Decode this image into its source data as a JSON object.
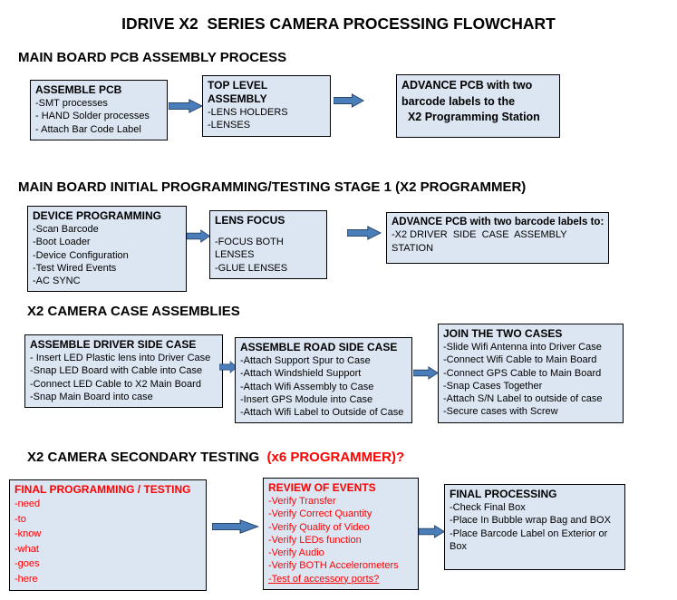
{
  "title": "IDRIVE X2  SERIES CAMERA PROCESSING FLOWCHART",
  "colors": {
    "box_fill": "#dce6f2",
    "box_border": "#000000",
    "arrow_fill": "#4a7ebb",
    "red_text": "#ff0000"
  },
  "sections": [
    {
      "heading": "MAIN BOARD PCB ASSEMBLY PROCESS",
      "boxes": [
        {
          "title": "ASSEMBLE PCB",
          "items": [
            "-SMT processes",
            "- HAND Solder processes",
            "- Attach Bar Code Label"
          ]
        },
        {
          "title": "TOP LEVEL ASSEMBLY",
          "items": [
            "-LENS HOLDERS",
            "-LENSES"
          ]
        },
        {
          "title": "ADVANCE PCB with two\nbarcode labels to the\n  X2 Programming Station",
          "items": []
        }
      ]
    },
    {
      "heading": "MAIN BOARD INITIAL PROGRAMMING/TESTING STAGE 1 (X2 PROGRAMMER)",
      "boxes": [
        {
          "title": "DEVICE PROGRAMMING",
          "items": [
            "-Scan Barcode",
            "-Boot Loader",
            "-Device Configuration",
            "-Test Wired Events",
            "-AC SYNC"
          ]
        },
        {
          "title": "LENS FOCUS",
          "items": [
            "-FOCUS BOTH LENSES",
            "-GLUE LENSES"
          ]
        },
        {
          "title": "ADVANCE PCB with two barcode labels to:",
          "items": [
            "-X2 DRIVER  SIDE  CASE  ASSEMBLY STATION"
          ]
        }
      ]
    },
    {
      "heading": "X2 CAMERA CASE ASSEMBLIES",
      "boxes": [
        {
          "title": "ASSEMBLE DRIVER SIDE CASE",
          "items": [
            "- Insert LED Plastic lens into Driver Case",
            "-Snap LED Board with Cable into Case",
            "-Connect LED Cable to X2 Main Board",
            "-Snap Main Board into case"
          ]
        },
        {
          "title": "ASSEMBLE ROAD SIDE CASE",
          "items": [
            "-Attach Support Spur to Case",
            "-Attach Windshield Support",
            "-Attach Wifi Assembly to Case",
            "-Insert GPS Module into Case",
            "-Attach Wifi Label to Outside of Case"
          ]
        },
        {
          "title": "JOIN THE TWO CASES",
          "items": [
            "-Slide Wifi Antenna into Driver Case",
            "-Connect Wifi Cable to Main Board",
            "-Connect GPS Cable to Main Board",
            "-Snap Cases Together",
            "-Attach S/N Label to outside of case",
            "-Secure cases with Screw"
          ]
        }
      ]
    },
    {
      "heading": "X2 CAMERA SECONDARY TESTING  ",
      "heading_red": "(x6 PROGRAMMER)?",
      "boxes": [
        {
          "title": "FINAL PROGRAMMING / TESTING",
          "items": [
            "-need",
            "-to",
            "-know",
            "-what",
            "-goes",
            "-here"
          ]
        },
        {
          "title": "REVIEW OF EVENTS",
          "items": [
            "-Verify Transfer",
            "-Verify Correct Quantity",
            "-Verify Quality of Video",
            "-Verify LEDs function",
            "-Verify Audio",
            "-Verify BOTH Accelerometers",
            "-Test of accessory ports?"
          ]
        },
        {
          "title": "FINAL PROCESSING",
          "items": [
            "-Check Final Box",
            "-Place In Bubble wrap Bag and BOX",
            "-Place Barcode Label on Exterior or Box"
          ]
        }
      ]
    }
  ]
}
